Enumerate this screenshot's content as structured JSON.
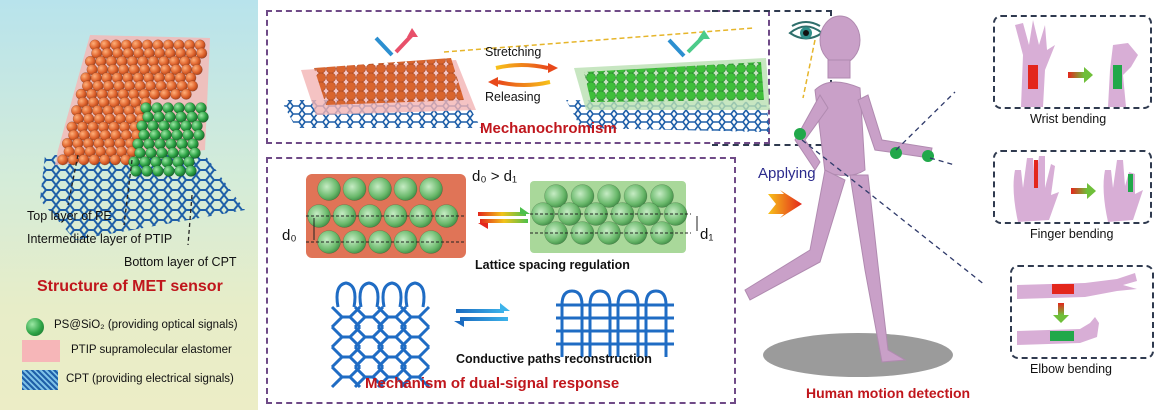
{
  "figure": {
    "left_panel": {
      "title": "Structure of MET sensor",
      "layer_labels": [
        "Top layer of PE",
        "Intermediate layer of PTIP",
        "Bottom layer of CPT"
      ],
      "legend": [
        {
          "icon": "green-sphere-icon",
          "text": "PS@SiO₂ (providing optical signals)"
        },
        {
          "icon": "pink-square-icon",
          "text": "PTIP supramolecular elastomer"
        },
        {
          "icon": "blue-mesh-icon",
          "text": "CPT (providing electrical signals)"
        }
      ],
      "colors": {
        "orange_sphere": "#e0652e",
        "green_sphere": "#2ea446",
        "pink_elastomer": "#f4b8b6",
        "mesh_blue": "#1f5fa8"
      }
    },
    "mechanochromism": {
      "title": "Mechanochromism",
      "forward_label": "Stretching",
      "reverse_label": "Releasing"
    },
    "mechanism": {
      "title": "Mechanism of dual-signal response",
      "relation": "d₀ > d₁",
      "d0": "d₀",
      "d1": "d₁",
      "lattice_caption": "Lattice spacing regulation",
      "conductive_caption": "Conductive paths reconstruction"
    },
    "center": {
      "applying_label": "Applying",
      "title": "Human motion detection"
    },
    "motions": [
      {
        "caption": "Wrist bending"
      },
      {
        "caption": "Finger bending"
      },
      {
        "caption": "Elbow bending"
      }
    ],
    "colors": {
      "title_red": "#c0161c",
      "applying_blue": "#2b2a8c",
      "body_pink": "#c9a0c8",
      "sensor_green": "#21a84a",
      "sensor_red": "#e01b1b"
    }
  }
}
